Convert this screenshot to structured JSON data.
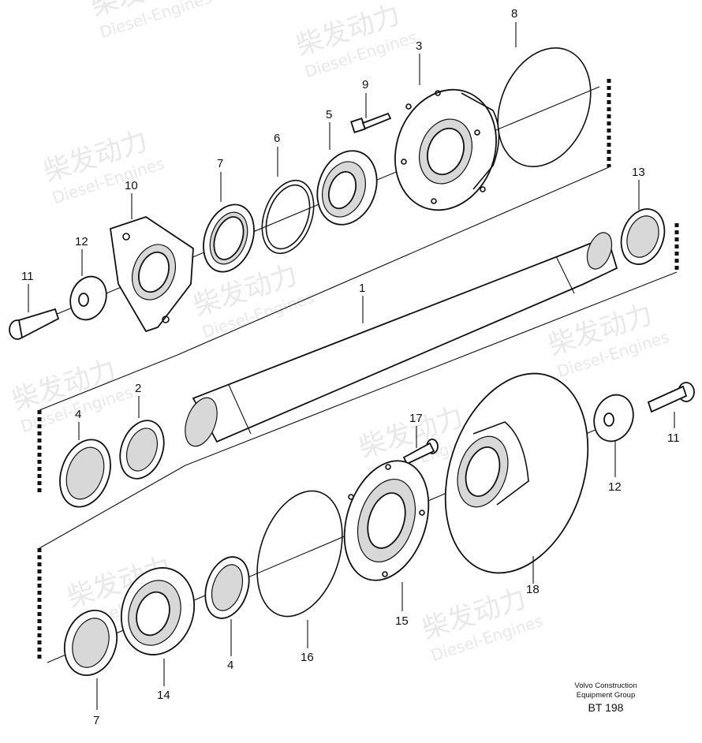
{
  "callouts": {
    "c1": "1",
    "c2": "2",
    "c3": "3",
    "c4a": "4",
    "c4b": "4",
    "c5": "5",
    "c6": "6",
    "c7a": "7",
    "c7b": "7",
    "c8": "8",
    "c9": "9",
    "c10": "10",
    "c11a": "11",
    "c11b": "11",
    "c12a": "12",
    "c12b": "12",
    "c13": "13",
    "c14": "14",
    "c15": "15",
    "c16": "16",
    "c17": "17",
    "c18": "18"
  },
  "credit": {
    "line1": "Volvo Construction",
    "line2": "Equipment Group",
    "code": "BT 198"
  },
  "watermark": {
    "cn": "柴发动力",
    "en": "Diesel-Engines"
  }
}
